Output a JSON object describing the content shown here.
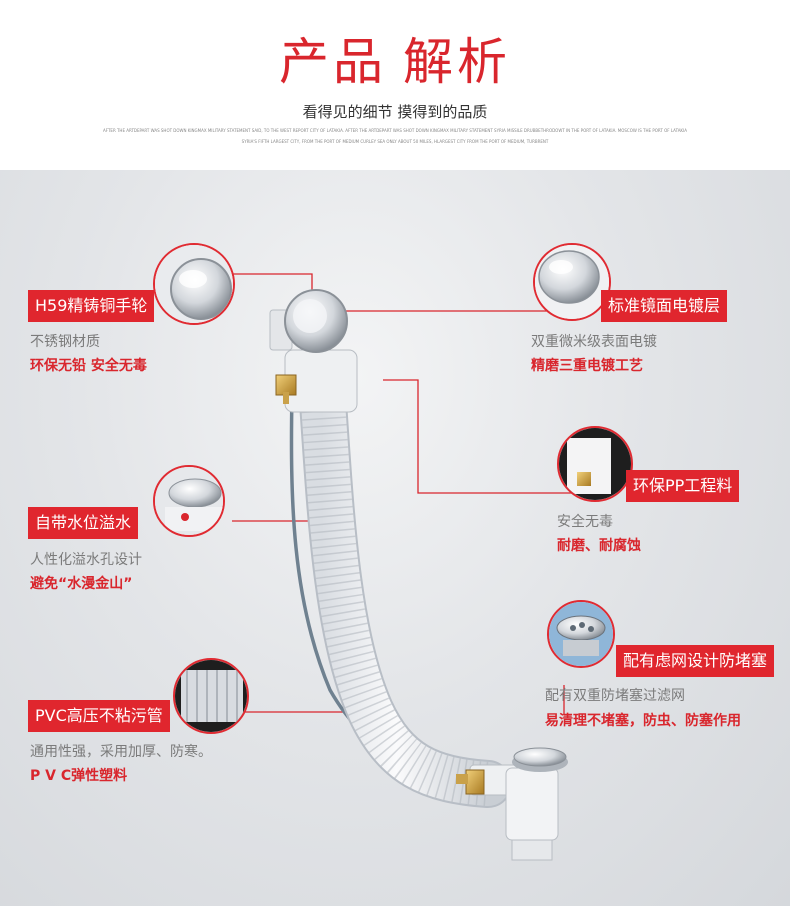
{
  "header": {
    "title_part1": "产品",
    "title_part2": "解析",
    "subtitle": "看得见的细节 摸得到的品质",
    "micro_line_1": "AFTER THE ARTDEPART WAS SHOT DOWN KINGMAX MILITARY STATEMENT SAID, TO THE WEST REPORT CITY OF LATAKIA. AFTER THE ARTDEPART WAS SHOT DOWN KINGMAX MILITARY STATEMENT SYRIA MISSILE DRUBBETHRODOWT IN THE PORT OF LATAKIA. MOSCOW IS THE PORT OF LATAKIA",
    "micro_line_2": "SYRIA'S FIFTH LARGEST CITY, FROM THE PORT OF MEDIUM CURLEY SEA ONLY ABOUT 50 MILES, HLARGEST CITY FROM THE PORT OF MEDIUM, TURBRENT"
  },
  "callouts": [
    {
      "tag": "H59精铸铜手轮",
      "desc": "不锈钢材质",
      "emph": "环保无铅 安全无毒"
    },
    {
      "tag": "标准镜面电镀层",
      "desc": "双重微米级表面电镀",
      "emph": "精磨三重电镀工艺"
    },
    {
      "tag": "环保PP工程料",
      "desc": "安全无毒",
      "emph": "耐磨、耐腐蚀"
    },
    {
      "tag": "自带水位溢水",
      "desc": "人性化溢水孔设计",
      "emph": "避免“水漫金山”"
    },
    {
      "tag": "配有虑网设计防堵塞",
      "desc": "配有双重防堵塞过滤网",
      "emph": "易清理不堵塞，防虫、防塞作用"
    },
    {
      "tag": "PVC高压不粘污管",
      "desc": "通用性强，采用加厚、防寒。",
      "emph": "P V C弹性塑料"
    }
  ],
  "colors": {
    "accent": "#e0262e",
    "text_muted": "#7b7b7b"
  }
}
